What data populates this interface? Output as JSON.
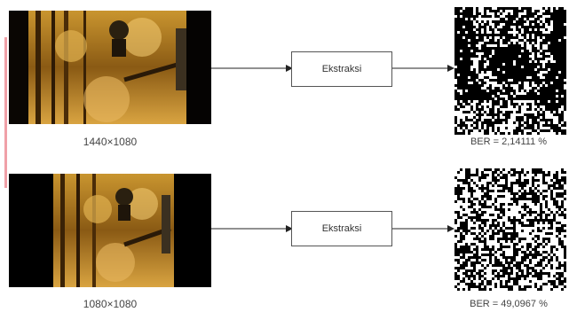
{
  "rows": [
    {
      "frame_caption": "1440×1080",
      "step_label": "Ekstraksi",
      "result_label": "BER = 2,14111 %",
      "result_ber": 2.14111
    },
    {
      "frame_caption": "1080×1080",
      "step_label": "Ekstraksi",
      "result_label": "BER = 49,0967 %",
      "result_ber": 49.0967
    }
  ],
  "colors": {
    "accent_bar": "#f0a0a8",
    "arrow": "#222222",
    "frame_bg": "#000000"
  }
}
